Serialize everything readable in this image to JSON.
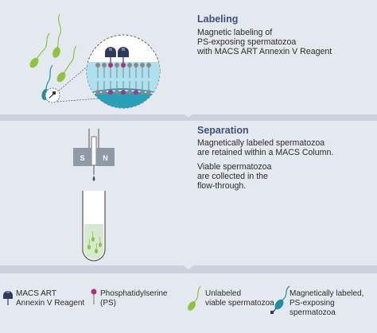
{
  "labeling": {
    "title": "Labeling",
    "text": "Magnetic labeling of\nPS-exposing spermatozoa\nwith MACS ART Annexin V Reagent"
  },
  "separation": {
    "title": "Separation",
    "text1": "Magnetically labeled spermatozoa\nare retained within a MACS Column.",
    "text2": "Viable spermatozoa\nare collected in the\nflow-through.",
    "magnet_s": "S",
    "magnet_n": "N"
  },
  "legend": {
    "reagent": "MACS ART\nAnnexin V Reagent",
    "ps": "Phosphatidylserine\n(PS)",
    "unlabeled": "Unlabeled\nviable spermatozoa",
    "labeled": "Magnetically labeled,\nPS-exposing spermatozoa"
  },
  "colors": {
    "panel": "#e4e9f0",
    "separator": "#c9d2de",
    "heading": "#3d4f7d",
    "sperm_green": "#8fc33f",
    "sperm_teal": "#1f8fa3",
    "ps_magenta": "#b0307a",
    "reagent_navy": "#2e3a5c",
    "membrane_cyan": "#aee1ef"
  },
  "icons": [
    "reagent-icon",
    "phosphatidylserine-icon",
    "unlabeled-sperm-icon",
    "labeled-sperm-icon",
    "magnet-icon",
    "column-icon",
    "tube-icon"
  ]
}
